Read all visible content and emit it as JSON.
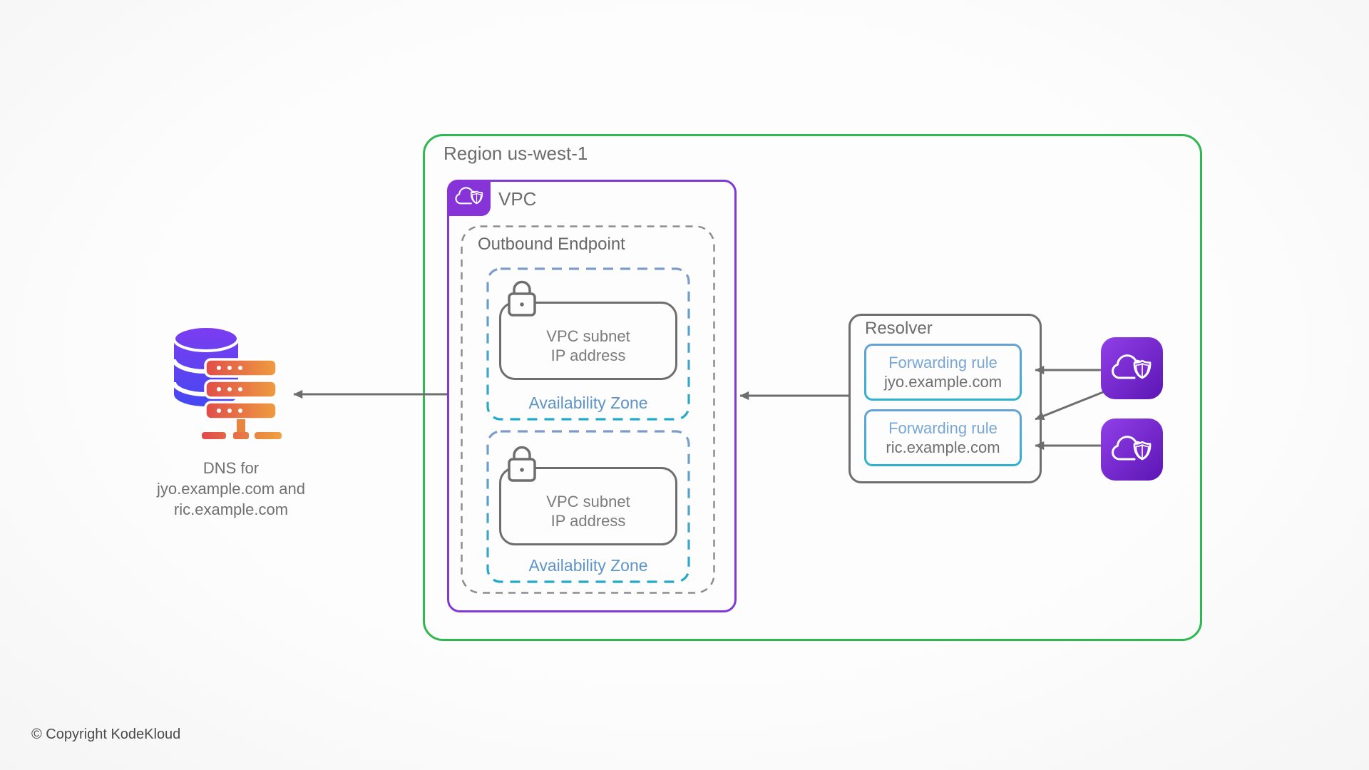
{
  "footer": {
    "copyright": "© Copyright KodeKloud"
  },
  "region": {
    "label": "Region us-west-1",
    "border_color": "#2eb84f"
  },
  "vpc": {
    "label": "VPC",
    "border_color": "#8138d6",
    "badge_icon": "cloud-shield-icon"
  },
  "outbound_endpoint": {
    "label": "Outbound Endpoint"
  },
  "availability_zones": [
    {
      "label": "Availability Zone",
      "icon": "lock-icon",
      "subnet": {
        "line1": "VPC subnet",
        "line2": "IP address"
      }
    },
    {
      "label": "Availability Zone",
      "icon": "lock-icon",
      "subnet": {
        "line1": "VPC subnet",
        "line2": "IP address"
      }
    }
  ],
  "resolver": {
    "label": "Resolver",
    "rules": [
      {
        "title": "Forwarding rule",
        "domain": "jyo.example.com"
      },
      {
        "title": "Forwarding rule",
        "domain": "ric.example.com"
      }
    ]
  },
  "remote_clouds": [
    {
      "icon": "protected-cloud-icon"
    },
    {
      "icon": "protected-cloud-icon"
    }
  ],
  "dns": {
    "icon": "dns-database-icon",
    "label_line1": "DNS for",
    "label_line2": "jyo.example.com and",
    "label_line3": "ric.example.com"
  },
  "colors": {
    "region_green": "#2eb84f",
    "vpc_purple": "#8138d6",
    "icon_purple_light": "#913fe8",
    "icon_purple_dark": "#5c16b4",
    "arrow_gray": "#6e6e6e",
    "dashed_gray": "#8d8d8d",
    "az_blue": "#7f9ccb",
    "az_teal": "#23a9c9",
    "az_label_blue": "#5e94c5",
    "rule_title_blue": "#79a7d3",
    "gray_text": "#6c6c6c",
    "db_purple": "#7d3cf0",
    "db_blue": "#3c4af2",
    "rack_red": "#e04b4b",
    "rack_orange": "#efa23f"
  }
}
